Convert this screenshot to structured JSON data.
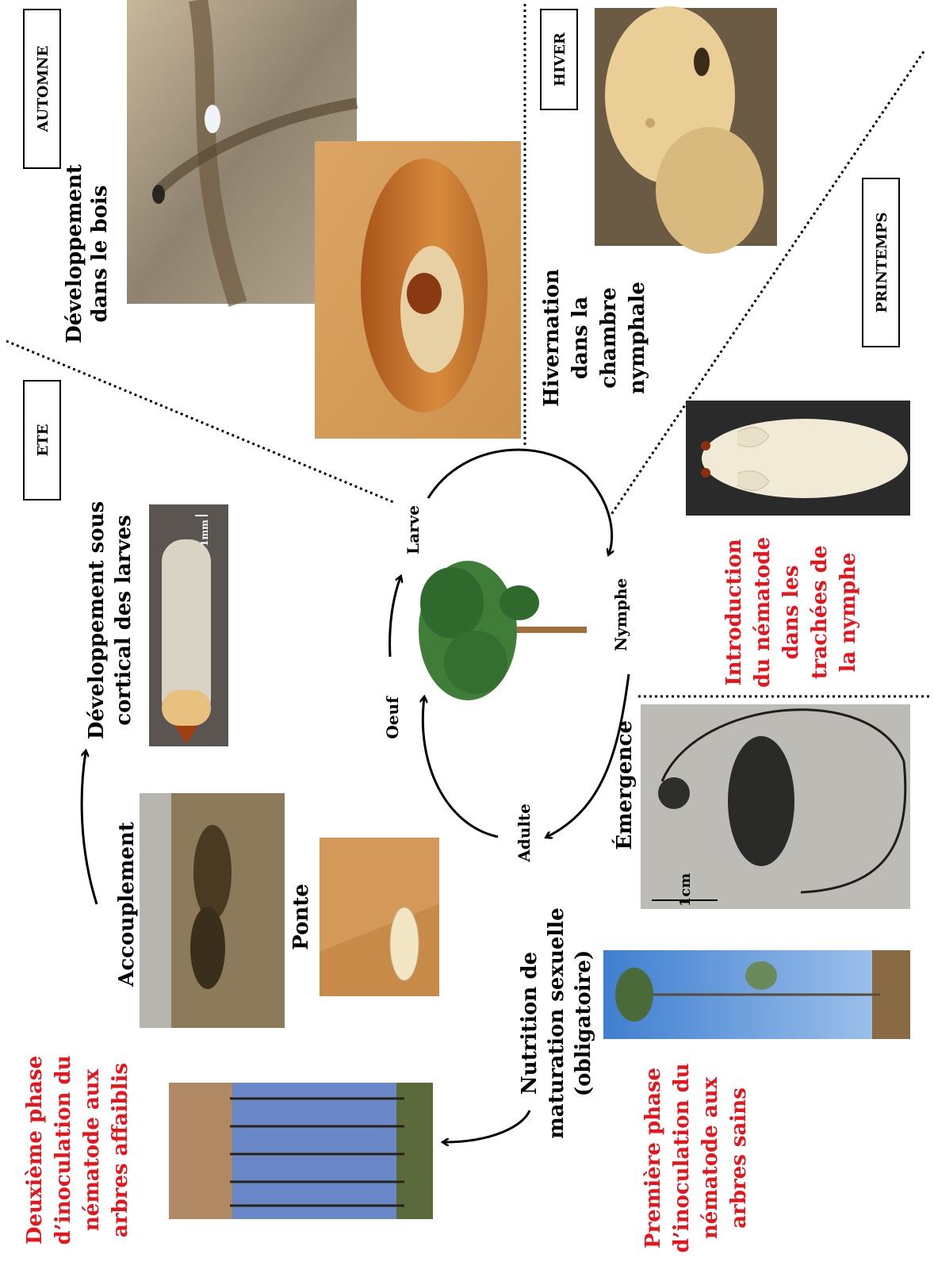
{
  "seasons": {
    "automne": "AUTOMNE",
    "hiver": "HIVER",
    "ete": "ETE",
    "printemps": "PRINTEMPS"
  },
  "cycle": {
    "larve": "Larve",
    "nymphe": "Nymphe",
    "adulte": "Adulte",
    "oeuf": "Oeuf"
  },
  "labels": {
    "dev_bois": [
      "Développement",
      "dans le bois"
    ],
    "hivernation": [
      "Hivernation",
      "dans la",
      "chambre",
      "nymphale"
    ],
    "dev_sous_cortical": [
      "Développement sous",
      "cortical des  larves"
    ],
    "accouplement": "Accouplement",
    "ponte": "Ponte",
    "emergence": "Émergence",
    "nutrition": [
      "Nutrition de",
      "maturation sexuelle",
      "(obligatoire)"
    ],
    "introduction": [
      "Introduction",
      "du nématode",
      "dans les",
      "trachées de",
      "la nymphe"
    ],
    "deuxieme_phase": [
      "Deuxième phase",
      "d’inoculation du",
      "nématode aux",
      "arbres affaiblis"
    ],
    "premiere_phase": [
      "Première phase",
      "d’inoculation du",
      "nématode aux",
      "arbres sains"
    ]
  },
  "scales": {
    "larva_scale": "1mm",
    "beetle_scale": "1cm"
  },
  "colors": {
    "red_text": "#e8141c",
    "black_text": "#000000"
  }
}
